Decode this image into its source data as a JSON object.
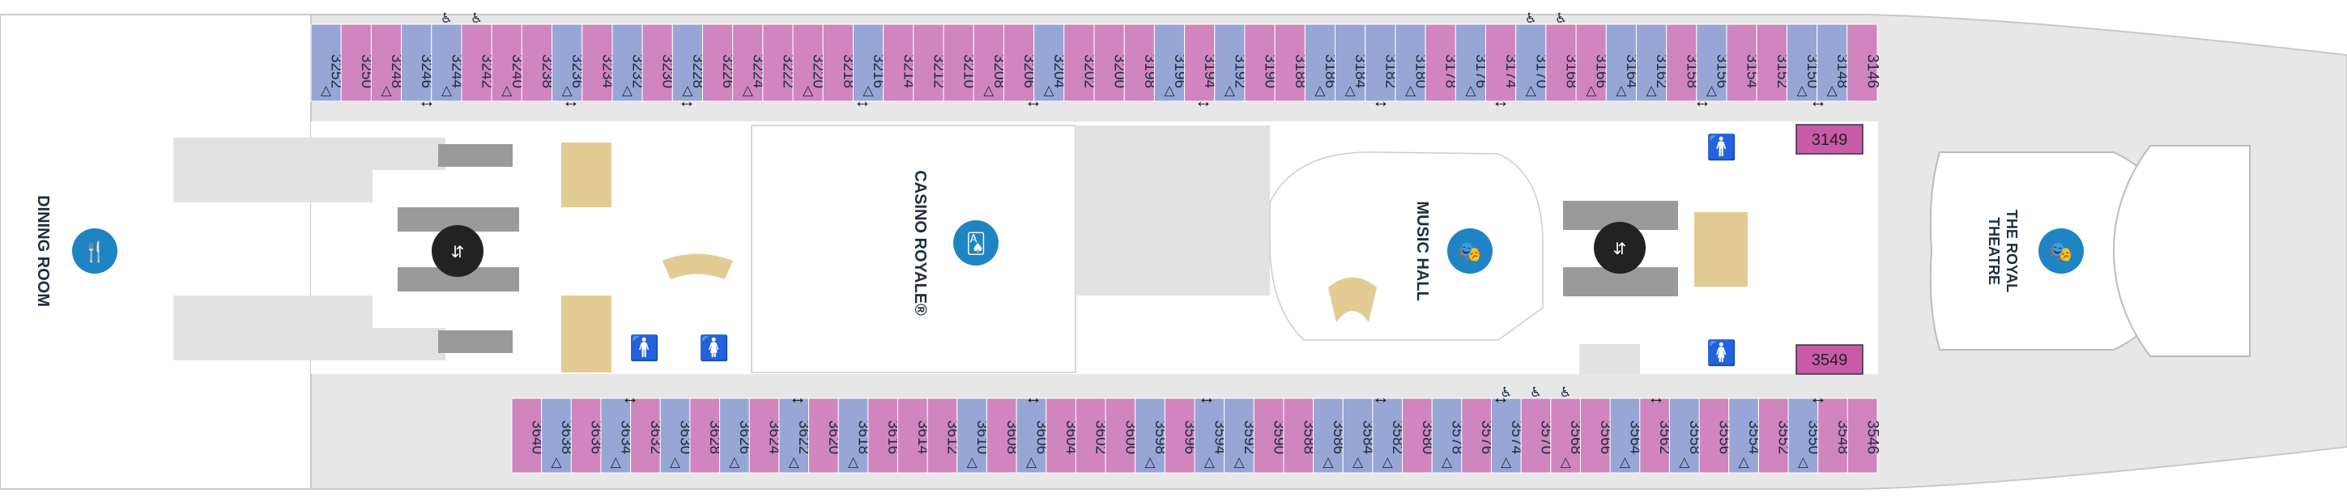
{
  "colors": {
    "cabin_blue": "#98a6d6",
    "cabin_pink": "#d085bf",
    "hull": "#e7e7e7",
    "venue_icon": "#1f84c3",
    "stair": "#e2cc93",
    "elevator": "#9a9a9a",
    "room_label_bg": "#c85ba8"
  },
  "venues": {
    "dining_room": "DINING ROOM",
    "casino": "CASINO ROYALE®",
    "music_hall": "MUSIC HALL",
    "theatre_line1": "THE ROYAL",
    "theatre_line2": "THEATRE"
  },
  "rooms": {
    "upper": "3149",
    "lower": "3549"
  },
  "top_cabins": [
    {
      "n": "3252",
      "c": "b",
      "t": true
    },
    {
      "n": "3250",
      "c": "p",
      "t": false
    },
    {
      "n": "3248",
      "c": "p",
      "t": true
    },
    {
      "n": "3246",
      "c": "b",
      "t": false
    },
    {
      "n": "3244",
      "c": "b",
      "t": true,
      "a": true
    },
    {
      "n": "3242",
      "c": "p",
      "t": false,
      "a": true
    },
    {
      "n": "3240",
      "c": "p",
      "t": true
    },
    {
      "n": "3238",
      "c": "p",
      "t": false
    },
    {
      "n": "3236",
      "c": "b",
      "t": true
    },
    {
      "n": "3234",
      "c": "p",
      "t": false
    },
    {
      "n": "3232",
      "c": "b",
      "t": true
    },
    {
      "n": "3230",
      "c": "p",
      "t": false
    },
    {
      "n": "3228",
      "c": "b",
      "t": true
    },
    {
      "n": "3226",
      "c": "p",
      "t": false
    },
    {
      "n": "3224",
      "c": "p",
      "t": true
    },
    {
      "n": "3222",
      "c": "p",
      "t": false
    },
    {
      "n": "3220",
      "c": "p",
      "t": true
    },
    {
      "n": "3218",
      "c": "p",
      "t": false
    },
    {
      "n": "3216",
      "c": "b",
      "t": true
    },
    {
      "n": "3214",
      "c": "p",
      "t": false
    },
    {
      "n": "3212",
      "c": "p",
      "t": false
    },
    {
      "n": "3210",
      "c": "p",
      "t": false
    },
    {
      "n": "3208",
      "c": "p",
      "t": true
    },
    {
      "n": "3206",
      "c": "p",
      "t": false
    },
    {
      "n": "3204",
      "c": "b",
      "t": true
    },
    {
      "n": "3202",
      "c": "p",
      "t": false
    },
    {
      "n": "3200",
      "c": "p",
      "t": false
    },
    {
      "n": "3198",
      "c": "p",
      "t": false
    },
    {
      "n": "3196",
      "c": "b",
      "t": true
    },
    {
      "n": "3194",
      "c": "p",
      "t": false
    },
    {
      "n": "3192",
      "c": "b",
      "t": true
    },
    {
      "n": "3190",
      "c": "p",
      "t": false
    },
    {
      "n": "3188",
      "c": "p",
      "t": false
    },
    {
      "n": "3186",
      "c": "b",
      "t": true
    },
    {
      "n": "3184",
      "c": "b",
      "t": true
    },
    {
      "n": "3182",
      "c": "b",
      "t": false
    },
    {
      "n": "3180",
      "c": "b",
      "t": true
    },
    {
      "n": "3178",
      "c": "p",
      "t": false
    },
    {
      "n": "3176",
      "c": "b",
      "t": true
    },
    {
      "n": "3174",
      "c": "p",
      "t": false
    },
    {
      "n": "3170",
      "c": "b",
      "t": true,
      "a": true
    },
    {
      "n": "3168",
      "c": "p",
      "t": false,
      "a": true
    },
    {
      "n": "3166",
      "c": "p",
      "t": true
    },
    {
      "n": "3164",
      "c": "b",
      "t": true
    },
    {
      "n": "3162",
      "c": "b",
      "t": true
    },
    {
      "n": "3158",
      "c": "p",
      "t": false
    },
    {
      "n": "3156",
      "c": "b",
      "t": true
    },
    {
      "n": "3154",
      "c": "p",
      "t": false
    },
    {
      "n": "3152",
      "c": "p",
      "t": false
    },
    {
      "n": "3150",
      "c": "b",
      "t": true
    },
    {
      "n": "3148",
      "c": "b",
      "t": true
    },
    {
      "n": "3146",
      "c": "p",
      "t": false
    }
  ],
  "bottom_cabins": [
    {
      "n": "3640",
      "c": "p",
      "t": false
    },
    {
      "n": "3638",
      "c": "b",
      "t": true
    },
    {
      "n": "3636",
      "c": "p",
      "t": false
    },
    {
      "n": "3634",
      "c": "b",
      "t": true
    },
    {
      "n": "3632",
      "c": "p",
      "t": false
    },
    {
      "n": "3630",
      "c": "b",
      "t": true
    },
    {
      "n": "3628",
      "c": "p",
      "t": false
    },
    {
      "n": "3626",
      "c": "b",
      "t": true
    },
    {
      "n": "3624",
      "c": "p",
      "t": false
    },
    {
      "n": "3622",
      "c": "b",
      "t": true
    },
    {
      "n": "3620",
      "c": "p",
      "t": false
    },
    {
      "n": "3618",
      "c": "b",
      "t": true
    },
    {
      "n": "3616",
      "c": "p",
      "t": false
    },
    {
      "n": "3614",
      "c": "p",
      "t": false
    },
    {
      "n": "3612",
      "c": "p",
      "t": false
    },
    {
      "n": "3610",
      "c": "b",
      "t": true
    },
    {
      "n": "3608",
      "c": "p",
      "t": false
    },
    {
      "n": "3606",
      "c": "b",
      "t": true
    },
    {
      "n": "3604",
      "c": "p",
      "t": false
    },
    {
      "n": "3602",
      "c": "p",
      "t": false
    },
    {
      "n": "3600",
      "c": "p",
      "t": false
    },
    {
      "n": "3598",
      "c": "b",
      "t": true
    },
    {
      "n": "3596",
      "c": "p",
      "t": false
    },
    {
      "n": "3594",
      "c": "b",
      "t": true
    },
    {
      "n": "3592",
      "c": "b",
      "t": true
    },
    {
      "n": "3590",
      "c": "p",
      "t": false
    },
    {
      "n": "3588",
      "c": "p",
      "t": false
    },
    {
      "n": "3586",
      "c": "b",
      "t": true
    },
    {
      "n": "3584",
      "c": "b",
      "t": true
    },
    {
      "n": "3582",
      "c": "b",
      "t": true
    },
    {
      "n": "3580",
      "c": "p",
      "t": false
    },
    {
      "n": "3578",
      "c": "b",
      "t": true
    },
    {
      "n": "3576",
      "c": "p",
      "t": false
    },
    {
      "n": "3574",
      "c": "b",
      "t": true,
      "a": true
    },
    {
      "n": "3570",
      "c": "p",
      "t": false,
      "a": true
    },
    {
      "n": "3568",
      "c": "p",
      "t": true,
      "a": true
    },
    {
      "n": "3566",
      "c": "p",
      "t": false
    },
    {
      "n": "3564",
      "c": "b",
      "t": true
    },
    {
      "n": "3562",
      "c": "p",
      "t": false
    },
    {
      "n": "3558",
      "c": "b",
      "t": true
    },
    {
      "n": "3556",
      "c": "p",
      "t": false
    },
    {
      "n": "3554",
      "c": "b",
      "t": true
    },
    {
      "n": "3552",
      "c": "p",
      "t": false
    },
    {
      "n": "3550",
      "c": "b",
      "t": true
    },
    {
      "n": "3548",
      "c": "p",
      "t": false
    },
    {
      "n": "3546",
      "c": "p",
      "t": false
    }
  ]
}
